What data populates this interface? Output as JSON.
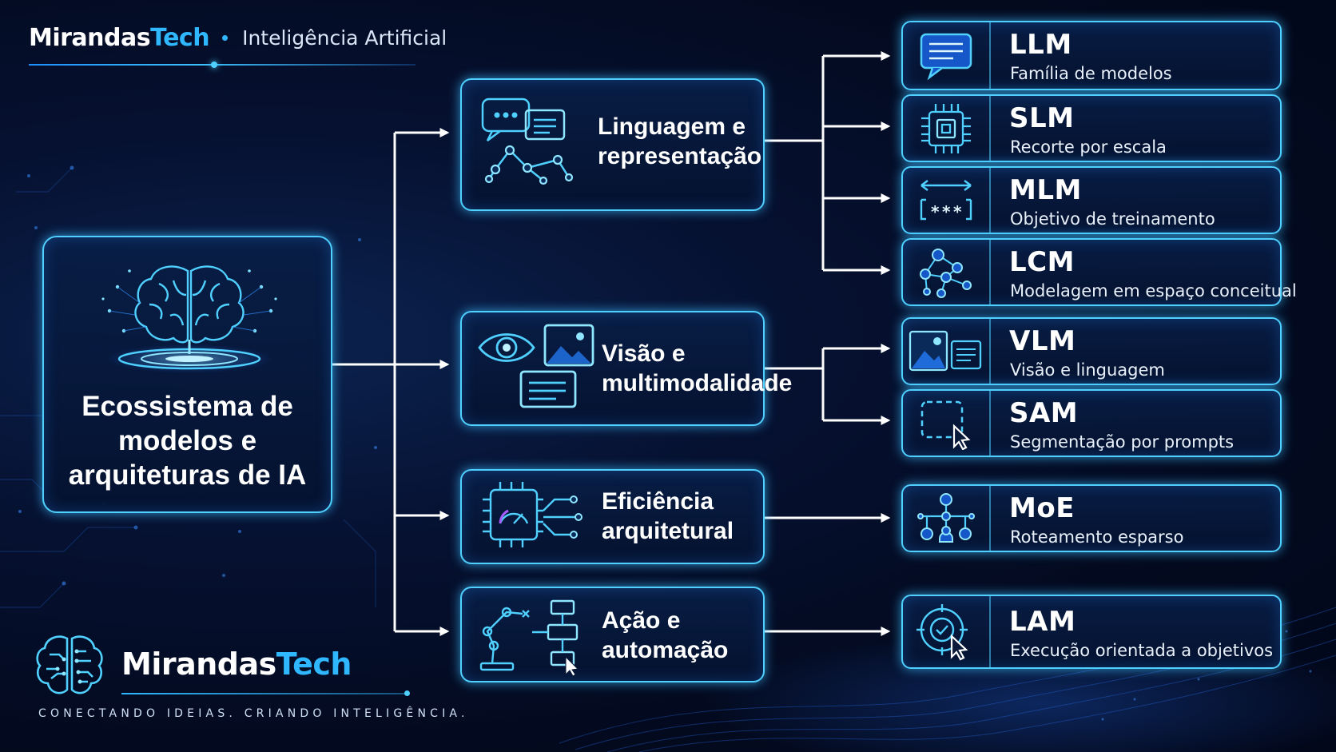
{
  "header": {
    "brand_part1": "Mirandas",
    "brand_part2": "Tech",
    "subtitle": "Inteligência Artificial"
  },
  "root": {
    "line1": "Ecossistema de",
    "line2": "modelos e",
    "line3": "arquiteturas de IA",
    "icon": "brain-hologram-icon"
  },
  "categories": [
    {
      "line1": "Linguagem e",
      "line2": "representação",
      "icon": "chat-network-icon"
    },
    {
      "line1": "Visão e",
      "line2": "multimodalidade",
      "icon": "eye-image-icon"
    },
    {
      "line1": "Eficiência",
      "line2": "arquitetural",
      "icon": "chip-gauge-icon"
    },
    {
      "line1": "Ação e",
      "line2": "automação",
      "icon": "robot-arm-flow-icon"
    }
  ],
  "models": [
    {
      "name": "LLM",
      "desc": "Família de modelos",
      "icon": "chat-bubble-icon"
    },
    {
      "name": "SLM",
      "desc": "Recorte por escala",
      "icon": "microchip-icon"
    },
    {
      "name": "MLM",
      "desc": "Objetivo de treinamento",
      "icon": "masked-token-icon"
    },
    {
      "name": "LCM",
      "desc": "Modelagem em espaço conceitual",
      "icon": "concept-graph-icon"
    },
    {
      "name": "VLM",
      "desc": "Visão e linguagem",
      "icon": "image-text-icon"
    },
    {
      "name": "SAM",
      "desc": "Segmentação por prompts",
      "icon": "selection-cursor-icon"
    },
    {
      "name": "MoE",
      "desc": "Roteamento esparso",
      "icon": "routing-tree-icon"
    },
    {
      "name": "LAM",
      "desc": "Execução orientada a objetivos",
      "icon": "target-cursor-icon"
    }
  ],
  "footer": {
    "brand_part1": "Mirandas",
    "brand_part2": "Tech",
    "tagline": "CONECTANDO IDEIAS. CRIANDO INTELIGÊNCIA."
  },
  "colors": {
    "accent": "#2fb8ff",
    "glow": "#4fd0ff",
    "background": "#030a1f"
  }
}
